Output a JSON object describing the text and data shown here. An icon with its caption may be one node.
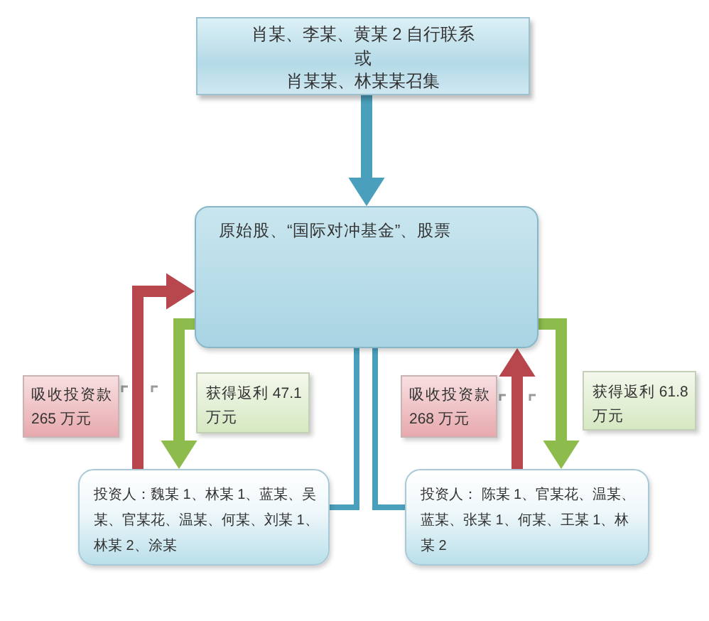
{
  "diagram": {
    "nodes": [
      {
        "text": [
          "肖某、李某、黄某 2 自行联系",
          "或",
          "肖某某、林某某召集"
        ]
      },
      {
        "text": [
          "原始股、“国际对冲基金”、股票"
        ]
      },
      {
        "text": [
          "吸收投资款 265 万元"
        ]
      },
      {
        "text": [
          "获得返利 47.1 万元"
        ]
      },
      {
        "text": [
          "吸收投资款 268 万元"
        ]
      },
      {
        "text": [
          "获得返利 61.8 万元"
        ]
      },
      {
        "text": [
          "投资人：魏某 1、林某 1、蓝某、吴某、官某花、温某、何某、刘某 1、林某 2、涂某"
        ]
      },
      {
        "text": [
          "投资人： 陈某 1、官某花、温某、蓝某、张某 1、何某、王某 1、林某 2"
        ]
      }
    ],
    "edges": [
      {
        "from": 0,
        "to": 1,
        "arrow": "to"
      },
      {
        "from": 1,
        "to": 6,
        "arrow": "none"
      },
      {
        "from": 1,
        "to": 7,
        "arrow": "none"
      },
      {
        "from": 6,
        "to": 1,
        "arrow": "to",
        "color": "#b8474d"
      },
      {
        "from": 1,
        "to": 6,
        "arrow": "to",
        "color": "#8dbb4c"
      },
      {
        "from": 7,
        "to": 1,
        "arrow": "to",
        "color": "#b8474d"
      },
      {
        "from": 1,
        "to": 7,
        "arrow": "to",
        "color": "#8dbb4c"
      }
    ]
  }
}
